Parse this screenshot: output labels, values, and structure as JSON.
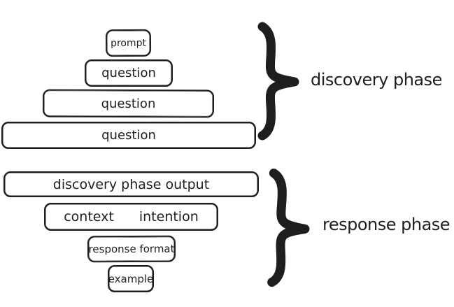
{
  "colors": {
    "ink": "#1e1e1e",
    "background": "#ffffff"
  },
  "discovery": {
    "phase_label": "discovery phase",
    "boxes": [
      "prompt",
      "question",
      "question",
      "question"
    ]
  },
  "response": {
    "phase_label": "response phase",
    "output_box": "discovery phase output",
    "context_label": "context",
    "intention_label": "intention",
    "format_box": "response format",
    "example_box": "example"
  }
}
